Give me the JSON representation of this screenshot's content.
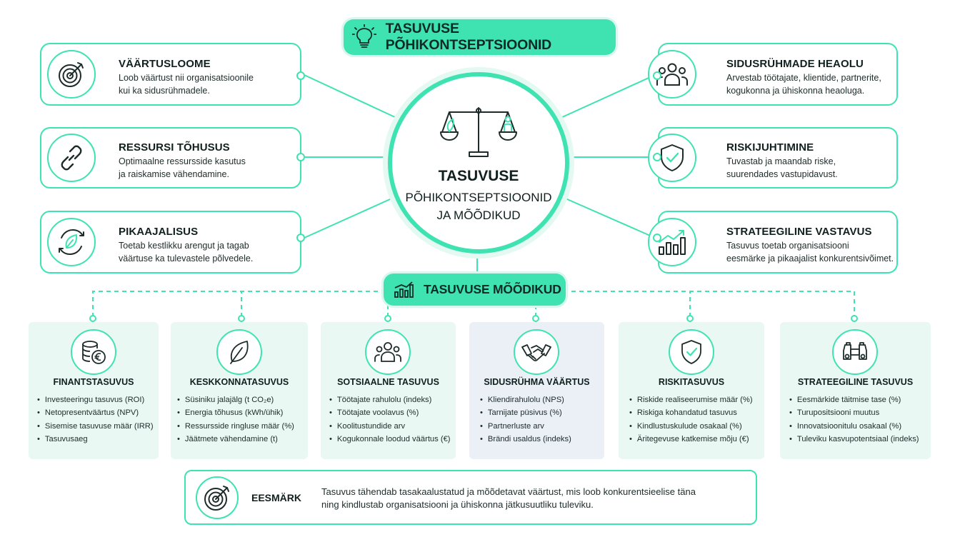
{
  "header": {
    "title": "TASUVUSE PÕHIKONTSEPTSIOONID",
    "icon": "lightbulb-icon"
  },
  "center": {
    "line1": "TASUVUSE",
    "line2": "PÕHIKONTSEPTSIOONID",
    "line3": "JA MÕÕDIKUD",
    "icon": "scales-icon"
  },
  "concepts": [
    {
      "title": "VÄÄRTUSLOOME",
      "desc1": "Loob väärtust nii organisatsioonile",
      "desc2": "kui ka sidusrühmadele.",
      "icon": "target-icon"
    },
    {
      "title": "RESSURSI TÕHUSUS",
      "desc1": "Optimaalne ressursside kasutus",
      "desc2": "ja raiskamise vähendamine.",
      "icon": "link-icon"
    },
    {
      "title": "PIKAAJALISUS",
      "desc1": "Toetab kestlikku arengut ja tagab",
      "desc2": "väärtuse ka tulevastele põlvedele.",
      "icon": "leaf-cycle-icon"
    },
    {
      "title": "SIDUSRÜHMADE HEAOLU",
      "desc1": "Arvestab töötajate, klientide, partnerite,",
      "desc2": "kogukonna ja ühiskonna heaoluga.",
      "icon": "people-icon"
    },
    {
      "title": "RISKIJUHTIMINE",
      "desc1": "Tuvastab ja maandab riske,",
      "desc2": "suurendades vastupidavust.",
      "icon": "shield-check-icon"
    },
    {
      "title": "STRATEEGILINE VASTAVUS",
      "desc1": "Tasuvus toetab organisatsiooni",
      "desc2": "eesmärke ja pikaajalist konkurentsivõimet.",
      "icon": "growth-chart-icon"
    }
  ],
  "metrics_header": {
    "title": "TASUVUSE MÕÕDIKUD",
    "icon": "bar-chart-icon"
  },
  "metrics": [
    {
      "title": "FINANTSTASUVUS",
      "icon": "coins-euro-icon",
      "items": [
        "Investeeringu tasuvus (ROI)",
        "Netopresentväärtus (NPV)",
        "Sisemise tasuvuse määr (IRR)",
        "Tasuvusaeg"
      ]
    },
    {
      "title": "KESKKONNATASUVUS",
      "icon": "leaf-icon",
      "items": [
        "Süsiniku jalajälg (t CO₂e)",
        "Energia tõhusus (kWh/ühik)",
        "Ressursside ringluse määr (%)",
        "Jäätmete vähendamine (t)"
      ]
    },
    {
      "title": "SOTSIAALNE TASUVUS",
      "icon": "group-icon",
      "items": [
        "Töötajate rahulolu (indeks)",
        "Töötajate voolavus (%)",
        "Koolitustundide arv",
        "Kogukonnale loodud väärtus (€)"
      ]
    },
    {
      "title": "SIDUSRÜHMA VÄÄRTUS",
      "icon": "handshake-icon",
      "items": [
        "Kliendirahulolu (NPS)",
        "Tarnijate püsivus (%)",
        "Partnerluste arv",
        "Brändi usaldus (indeks)"
      ]
    },
    {
      "title": "RISKITASUVUS",
      "icon": "shield-check-icon",
      "items": [
        "Riskide realiseerumise määr (%)",
        "Riskiga kohandatud tasuvus",
        "Kindlustuskulude osakaal (%)",
        "Äritegevuse katkemise mõju (€)"
      ]
    },
    {
      "title": "STRATEEGILINE TASUVUS",
      "icon": "binoculars-icon",
      "items": [
        "Eesmärkide täitmise tase (%)",
        "Turupositsiooni muutus",
        "Innovatsioonitulu osakaal (%)",
        "Tuleviku kasvupotentsiaal (indeks)"
      ]
    }
  ],
  "goal": {
    "label": "EESMÄRK",
    "icon": "target-icon",
    "line1": "Tasuvus tähendab tasakaalustatud ja mõõdetavat väärtust, mis loob konkurentsieelise täna",
    "line2": "ning kindlustab organisatsiooni ja ühiskonna jätkusuutliku tuleviku."
  },
  "colors": {
    "accent": "#3fe3b1",
    "accent_soft": "#e9f8f2",
    "neutral_soft": "#eaf0f6",
    "text": "#10201e"
  }
}
